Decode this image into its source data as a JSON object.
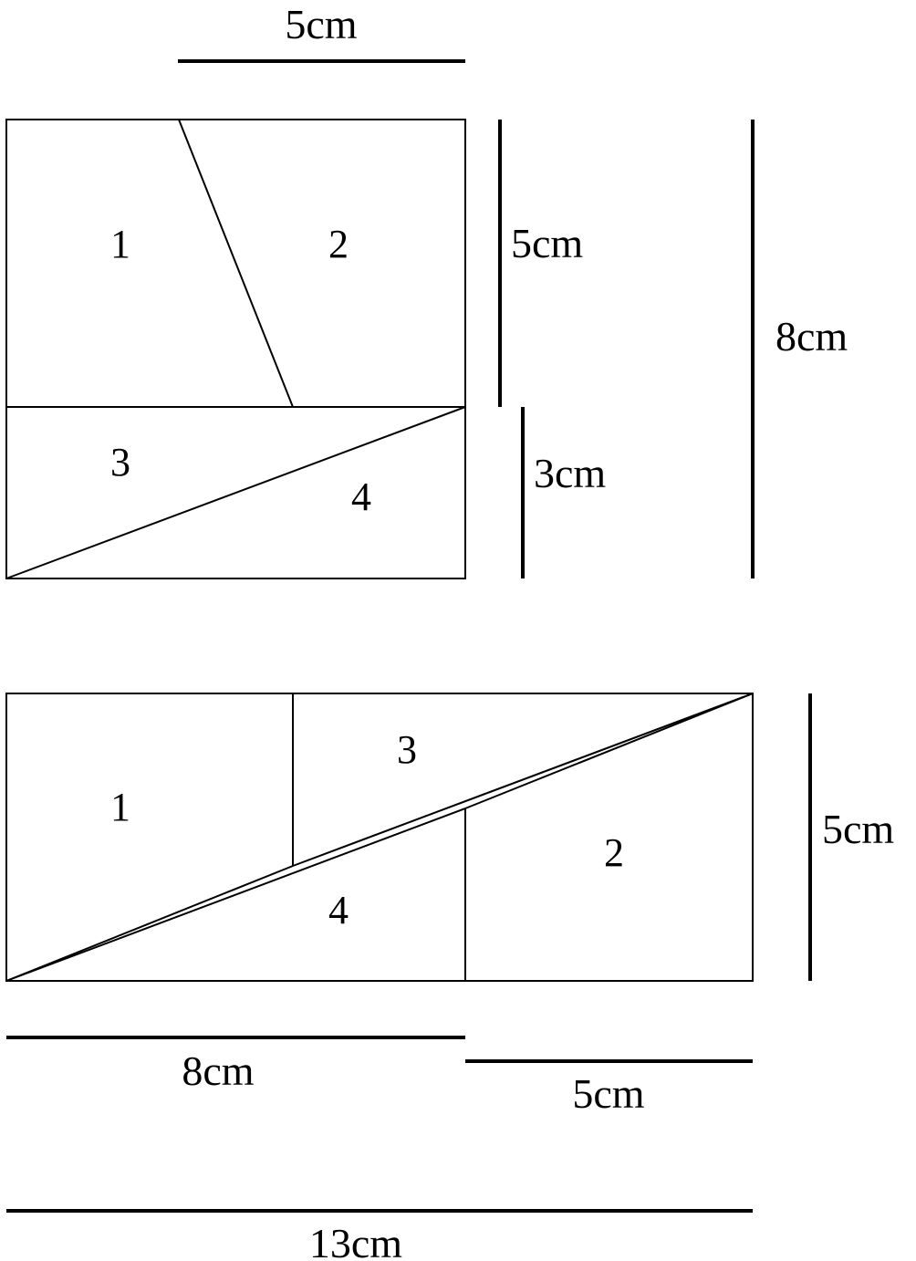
{
  "colors": {
    "stroke": "#000000",
    "background": "#ffffff"
  },
  "square_figure": {
    "pieces": [
      "1",
      "2",
      "3",
      "4"
    ],
    "dims": {
      "top_width": "5cm",
      "upper_height": "5cm",
      "lower_height": "3cm",
      "total_height": "8cm"
    }
  },
  "rectangle_figure": {
    "pieces": [
      "1",
      "3",
      "2",
      "4"
    ],
    "dims": {
      "height": "5cm",
      "left_width": "8cm",
      "right_width": "5cm",
      "total_width": "13cm"
    }
  }
}
